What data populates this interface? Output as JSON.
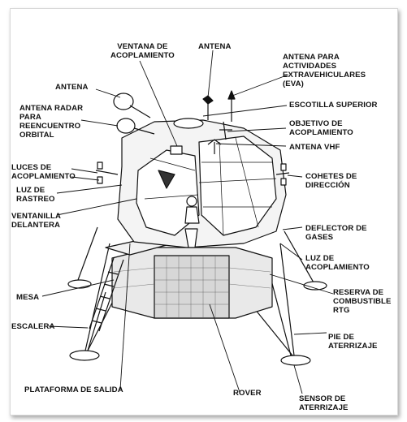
{
  "labels": {
    "ventana_acoplamiento": "VENTANA DE\nACOPLAMIENTO",
    "antena_top": "ANTENA",
    "antena_eva": "ANTENA PARA\nACTIVIDADES\nEXTRAVEHICULARES\n(EVA)",
    "antena_left": "ANTENA",
    "antena_radar": "ANTENA RADAR\nPARA\nREENCUENTRO\nORBITAL",
    "escotilla": "ESCOTILLA SUPERIOR",
    "objetivo": "OBJETIVO DE\nACOPLAMIENTO",
    "antena_vhf": "ANTENA VHF",
    "luces_acoplamiento": "LUCES DE\nACOPLAMIENTO",
    "luz_rastreo": "LUZ DE\nRASTREO",
    "cohetes": "COHETES DE\nDIRECCIÓN",
    "ventanilla": "VENTANILLA\nDELANTERA",
    "deflector": "DEFLECTOR DE\nGASES",
    "luz_acoplamiento": "LUZ DE\nACOPLAMIENTO",
    "mesa": "MESA",
    "reserva": "RESERVA DE\nCOMBUSTIBLE\nRTG",
    "escalera": "ESCALERA",
    "pie": "PIE DE\nATERRIZAJE",
    "plataforma": "PLATAFORMA DE SALIDA",
    "rover": "ROVER",
    "sensor": "SENSOR DE\nATERRIZAJE"
  }
}
